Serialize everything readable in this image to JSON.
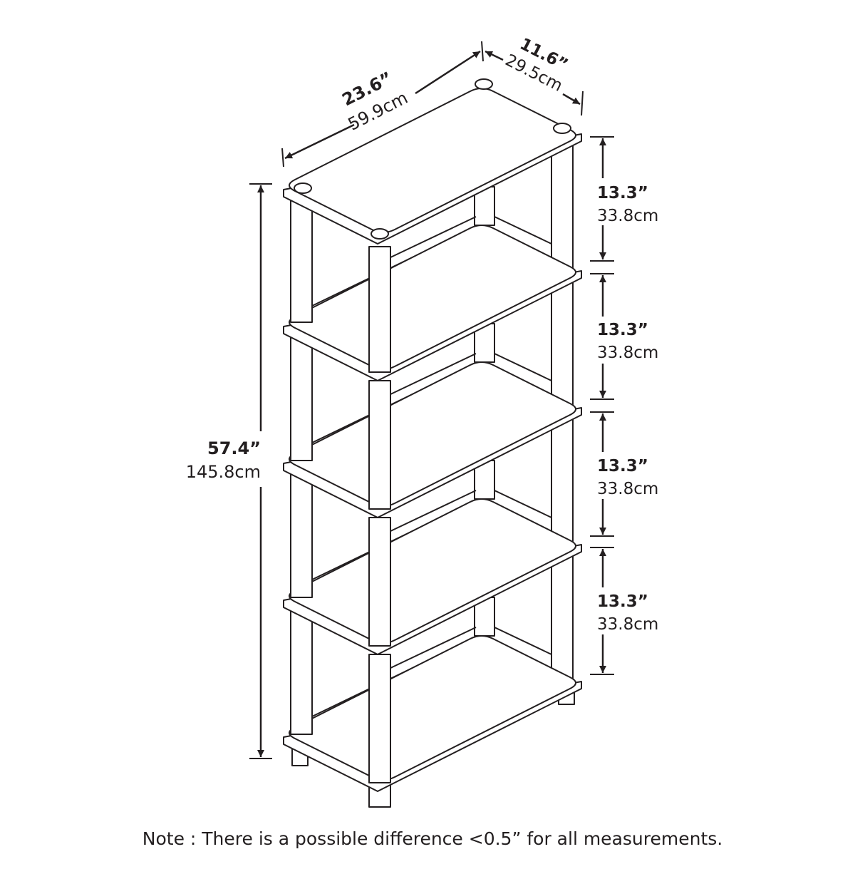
{
  "dimensions": {
    "width": {
      "in": "23.6”",
      "cm": "59.9cm"
    },
    "depth": {
      "in": "11.6”",
      "cm": "29.5cm"
    },
    "height": {
      "in": "57.4”",
      "cm": "145.8cm"
    },
    "shelf_spacing": [
      {
        "in": "13.3”",
        "cm": "33.8cm"
      },
      {
        "in": "13.3”",
        "cm": "33.8cm"
      },
      {
        "in": "13.3”",
        "cm": "33.8cm"
      },
      {
        "in": "13.3”",
        "cm": "33.8cm"
      }
    ]
  },
  "note": "Note : There is a possible difference <0.5” for all measurements.",
  "colors": {
    "line": "#231f20",
    "background": "#ffffff"
  }
}
